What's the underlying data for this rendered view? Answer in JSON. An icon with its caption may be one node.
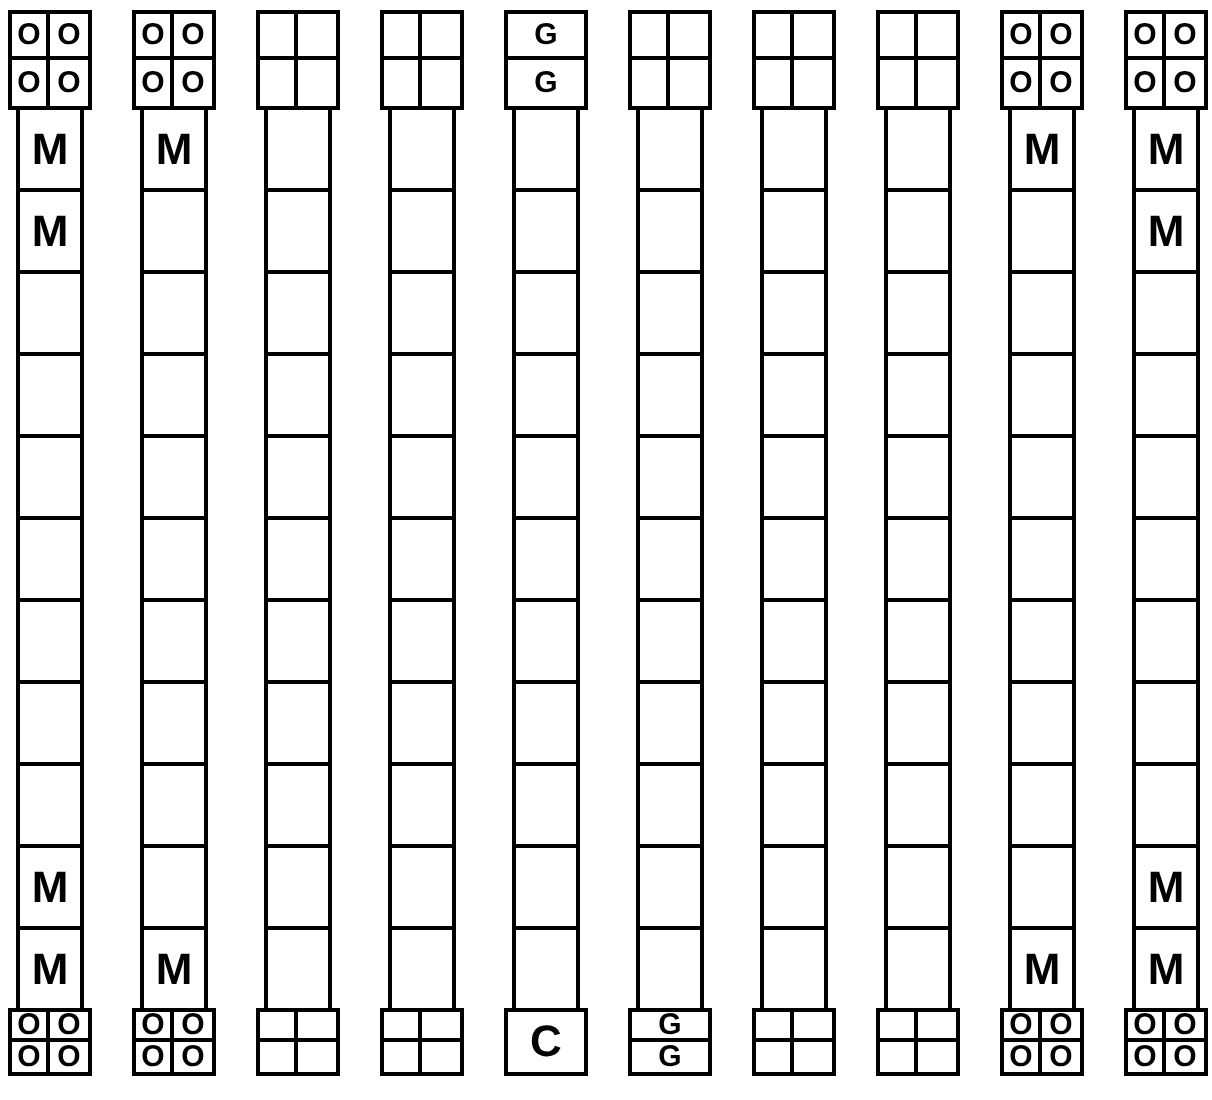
{
  "diagram": {
    "nodes": [
      {
        "text": [
          "O"
        ]
      },
      {
        "text": [
          "O"
        ]
      },
      {
        "text": [
          "O"
        ]
      },
      {
        "text": [
          "O"
        ]
      },
      {
        "text": [
          "M"
        ]
      },
      {
        "text": [
          "M"
        ]
      },
      {
        "text": [],
        "shape": "box"
      },
      {
        "text": [],
        "shape": "box"
      },
      {
        "text": [],
        "shape": "box"
      },
      {
        "text": [],
        "shape": "box"
      },
      {
        "text": [],
        "shape": "box"
      },
      {
        "text": [],
        "shape": "box"
      },
      {
        "text": [],
        "shape": "box"
      },
      {
        "text": [
          "M"
        ]
      },
      {
        "text": [
          "M"
        ]
      },
      {
        "text": [
          "O"
        ]
      },
      {
        "text": [
          "O"
        ]
      },
      {
        "text": [
          "O"
        ]
      },
      {
        "text": [
          "O"
        ]
      },
      {
        "text": [
          "O"
        ]
      },
      {
        "text": [
          "O"
        ]
      },
      {
        "text": [
          "O"
        ]
      },
      {
        "text": [
          "O"
        ]
      },
      {
        "text": [
          "M"
        ]
      },
      {
        "text": [],
        "shape": "box"
      },
      {
        "text": [],
        "shape": "box"
      },
      {
        "text": [],
        "shape": "box"
      },
      {
        "text": [],
        "shape": "box"
      },
      {
        "text": [],
        "shape": "box"
      },
      {
        "text": [],
        "shape": "box"
      },
      {
        "text": [],
        "shape": "box"
      },
      {
        "text": [],
        "shape": "box"
      },
      {
        "text": [],
        "shape": "box"
      },
      {
        "text": [
          "M"
        ]
      },
      {
        "text": [
          "O"
        ]
      },
      {
        "text": [
          "O"
        ]
      },
      {
        "text": [
          "O"
        ]
      },
      {
        "text": [
          "O"
        ]
      },
      {
        "text": [],
        "shape": "box"
      },
      {
        "text": [],
        "shape": "box"
      },
      {
        "text": [],
        "shape": "box"
      },
      {
        "text": [],
        "shape": "box"
      },
      {
        "text": [],
        "shape": "box"
      },
      {
        "text": [],
        "shape": "box"
      },
      {
        "text": [],
        "shape": "box"
      },
      {
        "text": [],
        "shape": "box"
      },
      {
        "text": [],
        "shape": "box"
      },
      {
        "text": [],
        "shape": "box"
      },
      {
        "text": [],
        "shape": "box"
      },
      {
        "text": [],
        "shape": "box"
      },
      {
        "text": [],
        "shape": "box"
      },
      {
        "text": [],
        "shape": "box"
      },
      {
        "text": [],
        "shape": "box"
      },
      {
        "text": [],
        "shape": "box"
      },
      {
        "text": [],
        "shape": "box"
      },
      {
        "text": [],
        "shape": "box"
      },
      {
        "text": [],
        "shape": "box"
      },
      {
        "text": [],
        "shape": "box"
      },
      {
        "text": [],
        "shape": "box"
      },
      {
        "text": [],
        "shape": "box"
      },
      {
        "text": [],
        "shape": "box"
      },
      {
        "text": [],
        "shape": "box"
      },
      {
        "text": [],
        "shape": "box"
      },
      {
        "text": [],
        "shape": "box"
      },
      {
        "text": [],
        "shape": "box"
      },
      {
        "text": [],
        "shape": "box"
      },
      {
        "text": [],
        "shape": "box"
      },
      {
        "text": [],
        "shape": "box"
      },
      {
        "text": [],
        "shape": "box"
      },
      {
        "text": [],
        "shape": "box"
      },
      {
        "text": [],
        "shape": "box"
      },
      {
        "text": [],
        "shape": "box"
      },
      {
        "text": [],
        "shape": "box"
      },
      {
        "text": [],
        "shape": "box"
      },
      {
        "text": [],
        "shape": "box"
      },
      {
        "text": [],
        "shape": "box"
      },
      {
        "text": [
          "G"
        ]
      },
      {
        "text": [
          "G"
        ]
      },
      {
        "text": [],
        "shape": "box"
      },
      {
        "text": [],
        "shape": "box"
      },
      {
        "text": [],
        "shape": "box"
      },
      {
        "text": [],
        "shape": "box"
      },
      {
        "text": [],
        "shape": "box"
      },
      {
        "text": [],
        "shape": "box"
      },
      {
        "text": [],
        "shape": "box"
      },
      {
        "text": [],
        "shape": "box"
      },
      {
        "text": [],
        "shape": "box"
      },
      {
        "text": [],
        "shape": "box"
      },
      {
        "text": [],
        "shape": "box"
      },
      {
        "text": [
          "C"
        ]
      },
      {
        "text": [],
        "shape": "box"
      },
      {
        "text": [],
        "shape": "box"
      },
      {
        "text": [],
        "shape": "box"
      },
      {
        "text": [],
        "shape": "box"
      },
      {
        "text": [],
        "shape": "box"
      },
      {
        "text": [],
        "shape": "box"
      },
      {
        "text": [],
        "shape": "box"
      },
      {
        "text": [],
        "shape": "box"
      },
      {
        "text": [],
        "shape": "box"
      },
      {
        "text": [],
        "shape": "box"
      },
      {
        "text": [],
        "shape": "box"
      },
      {
        "text": [],
        "shape": "box"
      },
      {
        "text": [],
        "shape": "box"
      },
      {
        "text": [],
        "shape": "box"
      },
      {
        "text": [],
        "shape": "box"
      },
      {
        "text": [
          "G"
        ]
      },
      {
        "text": [
          "G"
        ]
      },
      {
        "text": [],
        "shape": "box"
      },
      {
        "text": [],
        "shape": "box"
      },
      {
        "text": [],
        "shape": "box"
      },
      {
        "text": [],
        "shape": "box"
      },
      {
        "text": [],
        "shape": "box"
      },
      {
        "text": [],
        "shape": "box"
      },
      {
        "text": [],
        "shape": "box"
      },
      {
        "text": [],
        "shape": "box"
      },
      {
        "text": [],
        "shape": "box"
      },
      {
        "text": [],
        "shape": "box"
      },
      {
        "text": [],
        "shape": "box"
      },
      {
        "text": [],
        "shape": "box"
      },
      {
        "text": [],
        "shape": "box"
      },
      {
        "text": [],
        "shape": "box"
      },
      {
        "text": [],
        "shape": "box"
      },
      {
        "text": [],
        "shape": "box"
      },
      {
        "text": [],
        "shape": "box"
      },
      {
        "text": [],
        "shape": "box"
      },
      {
        "text": [],
        "shape": "box"
      },
      {
        "text": [],
        "shape": "box"
      },
      {
        "text": [],
        "shape": "box"
      },
      {
        "text": [],
        "shape": "box"
      },
      {
        "text": [],
        "shape": "box"
      },
      {
        "text": [],
        "shape": "box"
      },
      {
        "text": [],
        "shape": "box"
      },
      {
        "text": [],
        "shape": "box"
      },
      {
        "text": [],
        "shape": "box"
      },
      {
        "text": [],
        "shape": "box"
      },
      {
        "text": [],
        "shape": "box"
      },
      {
        "text": [],
        "shape": "box"
      },
      {
        "text": [],
        "shape": "box"
      },
      {
        "text": [],
        "shape": "box"
      },
      {
        "text": [],
        "shape": "box"
      },
      {
        "text": [],
        "shape": "box"
      },
      {
        "text": [],
        "shape": "box"
      },
      {
        "text": [],
        "shape": "box"
      },
      {
        "text": [],
        "shape": "box"
      },
      {
        "text": [],
        "shape": "box"
      },
      {
        "text": [
          "O"
        ]
      },
      {
        "text": [
          "O"
        ]
      },
      {
        "text": [
          "O"
        ]
      },
      {
        "text": [
          "O"
        ]
      },
      {
        "text": [
          "M"
        ]
      },
      {
        "text": [],
        "shape": "box"
      },
      {
        "text": [],
        "shape": "box"
      },
      {
        "text": [],
        "shape": "box"
      },
      {
        "text": [],
        "shape": "box"
      },
      {
        "text": [],
        "shape": "box"
      },
      {
        "text": [],
        "shape": "box"
      },
      {
        "text": [],
        "shape": "box"
      },
      {
        "text": [],
        "shape": "box"
      },
      {
        "text": [],
        "shape": "box"
      },
      {
        "text": [
          "M"
        ]
      },
      {
        "text": [
          "O"
        ]
      },
      {
        "text": [
          "O"
        ]
      },
      {
        "text": [
          "O"
        ]
      },
      {
        "text": [
          "O"
        ]
      },
      {
        "text": [
          "O"
        ]
      },
      {
        "text": [
          "O"
        ]
      },
      {
        "text": [
          "O"
        ]
      },
      {
        "text": [
          "O"
        ]
      },
      {
        "text": [
          "M"
        ]
      },
      {
        "text": [
          "M"
        ]
      },
      {
        "text": [],
        "shape": "box"
      },
      {
        "text": [],
        "shape": "box"
      },
      {
        "text": [],
        "shape": "box"
      },
      {
        "text": [],
        "shape": "box"
      },
      {
        "text": [],
        "shape": "box"
      },
      {
        "text": [],
        "shape": "box"
      },
      {
        "text": [],
        "shape": "box"
      },
      {
        "text": [
          "M"
        ]
      },
      {
        "text": [
          "M"
        ]
      },
      {
        "text": [
          "O"
        ]
      },
      {
        "text": [
          "O"
        ]
      },
      {
        "text": [
          "O"
        ]
      },
      {
        "text": [
          "O"
        ]
      }
    ]
  }
}
